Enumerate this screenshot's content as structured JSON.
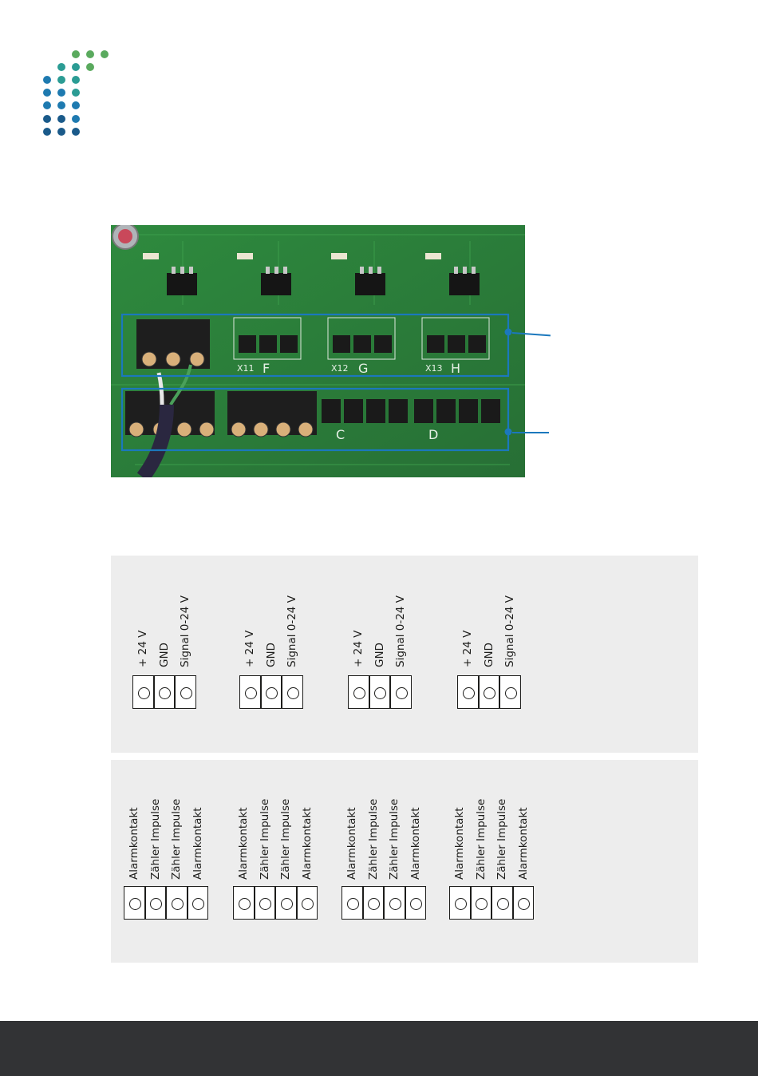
{
  "colors": {
    "accent_blue": "#1b78bd",
    "panel_bg": "#ededed",
    "footer_bg": "#323335",
    "pcb_green": "#2f8a3c",
    "logo_green": "#5aaa5e",
    "logo_teal": "#2b9c94",
    "logo_blue": "#1e7ab0",
    "logo_navy": "#1a5a8a"
  },
  "pcb": {
    "connector_labels": [
      "X11",
      "F",
      "X12",
      "G",
      "X13",
      "H",
      "C",
      "D"
    ]
  },
  "top_panel": {
    "groups": [
      {
        "labels": [
          "+ 24 V",
          "GND",
          "Signal 0-24 V"
        ]
      },
      {
        "labels": [
          "+ 24 V",
          "GND",
          "Signal 0-24 V"
        ]
      },
      {
        "labels": [
          "+ 24 V",
          "GND",
          "Signal 0-24 V"
        ]
      },
      {
        "labels": [
          "+ 24 V",
          "GND",
          "Signal 0-24 V"
        ]
      }
    ]
  },
  "bottom_panel": {
    "groups": [
      {
        "labels": [
          "Alarmkontakt",
          "Zähler Impulse",
          "Zähler Impulse",
          "Alarmkontakt"
        ]
      },
      {
        "labels": [
          "Alarmkontakt",
          "Zähler Impulse",
          "Zähler Impulse",
          "Alarmkontakt"
        ]
      },
      {
        "labels": [
          "Alarmkontakt",
          "Zähler Impulse",
          "Zähler Impulse",
          "Alarmkontakt"
        ]
      },
      {
        "labels": [
          "Alarmkontakt",
          "Zähler Impulse",
          "Zähler Impulse",
          "Alarmkontakt"
        ]
      }
    ]
  }
}
